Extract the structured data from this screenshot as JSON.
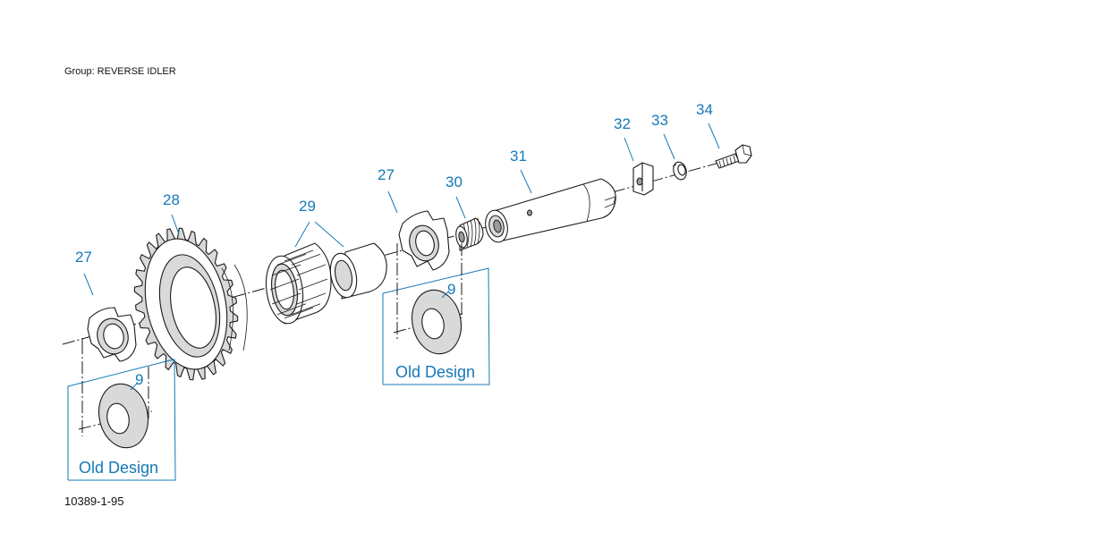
{
  "header": {
    "group_label": "Group: REVERSE IDLER"
  },
  "footer": {
    "figure_id": "10389-1-95"
  },
  "callouts": {
    "c27_left": "27",
    "c28": "28",
    "c29": "29",
    "c27_right": "27",
    "c30": "30",
    "c31": "31",
    "c32": "32",
    "c33": "33",
    "c34": "34",
    "c9_left": "9",
    "c9_right": "9"
  },
  "boxes": {
    "left_label": "Old Design",
    "right_label": "Old Design"
  },
  "colors": {
    "callout": "#1479b8",
    "line": "#1a1a1a",
    "shade": "#d9d9d9"
  }
}
